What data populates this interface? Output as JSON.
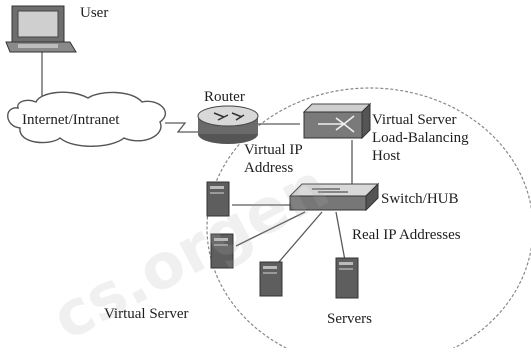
{
  "labels": {
    "user": "User",
    "internet": "Internet/Intranet",
    "router": "Router",
    "virtual_ip": "Virtual IP\nAddress",
    "lb_host": "Virtual Server\nLoad-Balancing\nHost",
    "switch": "Switch/HUB",
    "real_ip": "Real IP Addresses",
    "virtual_server": "Virtual Server",
    "servers": "Servers"
  },
  "watermark": "cs.orgen",
  "icons": [
    "computer-icon",
    "cloud-icon",
    "router-icon",
    "load-balancer-icon",
    "switch-icon",
    "server-icon"
  ],
  "colors": {
    "line": "#5a5a5a",
    "device_dark": "#555555",
    "device_light": "#d6d6d6"
  }
}
